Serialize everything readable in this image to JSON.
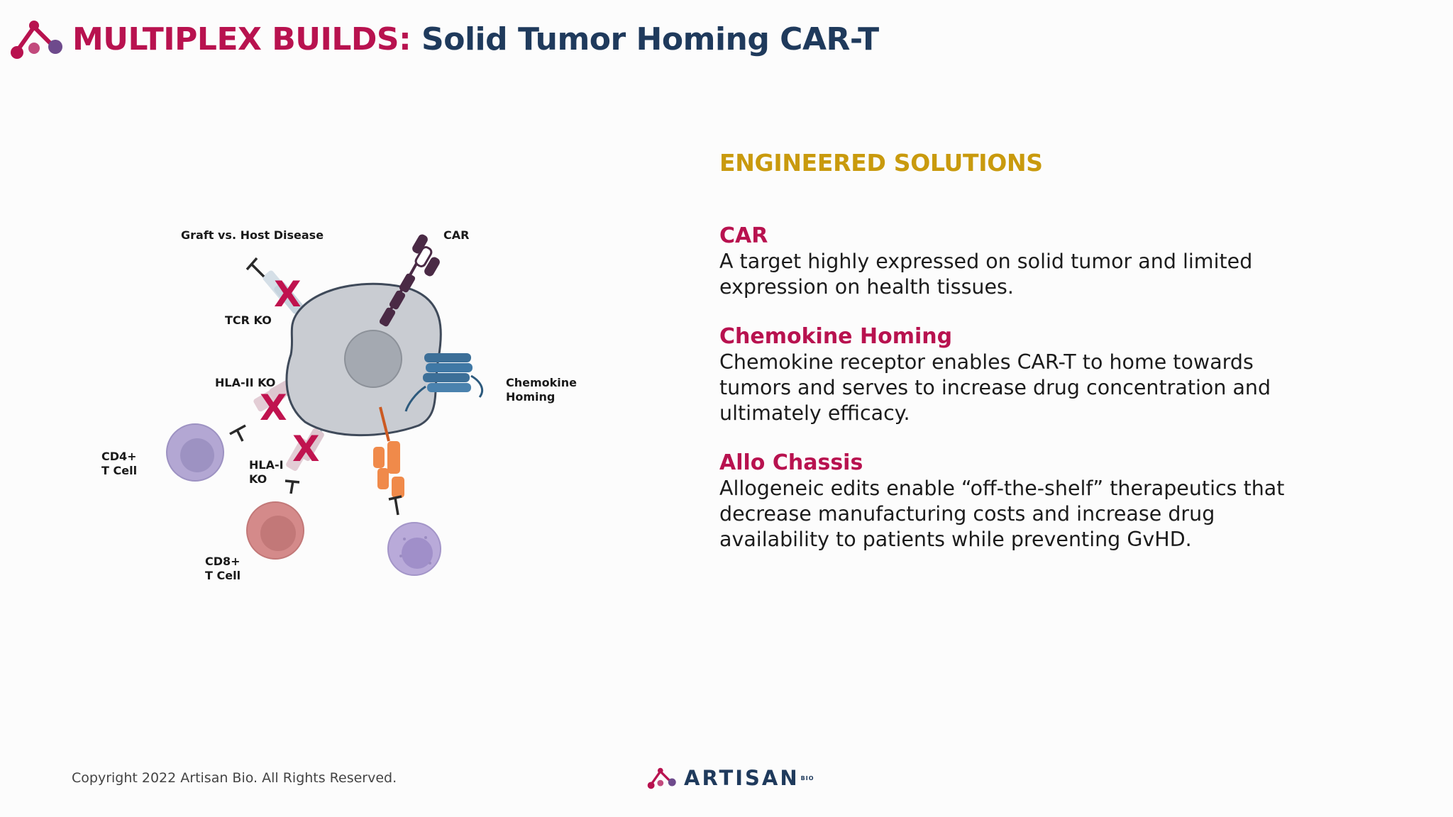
{
  "header": {
    "title_lead": "MULTIPLEX BUILDS:",
    "title_rest": "Solid Tumor Homing CAR-T"
  },
  "diagram": {
    "labels": {
      "gvhd": "Graft vs. Host Disease",
      "car": "CAR",
      "tcr_ko": "TCR KO",
      "hla_ii_ko": "HLA-II KO",
      "chemokine_line1": "Chemokine",
      "chemokine_line2": "Homing",
      "cd4_line1": "CD4+",
      "cd4_line2": "T Cell",
      "hla_i_line1": "HLA-I",
      "hla_i_line2": "KO",
      "cd8_line1": "CD8+",
      "cd8_line2": "T Cell"
    }
  },
  "solutions": {
    "heading": "ENGINEERED SOLUTIONS",
    "items": [
      {
        "title": "CAR",
        "lines": [
          "A target highly expressed on solid tumor and limited",
          "expression on health tissues."
        ]
      },
      {
        "title": "Chemokine Homing",
        "lines": [
          "Chemokine receptor enables CAR-T to home towards",
          "tumors and serves to increase drug concentration and",
          "ultimately efficacy."
        ]
      },
      {
        "title": "Allo Chassis",
        "lines": [
          "Allogeneic edits enable “off-the-shelf” therapeutics that",
          "decrease manufacturing costs and increase drug",
          "availability to patients while preventing GvHD."
        ]
      }
    ]
  },
  "footer": {
    "copyright": "Copyright 2022 Artisan Bio. All Rights Reserved.",
    "brand": "ARTISAN",
    "brand_sub": "BIO"
  },
  "colors": {
    "magenta": "#b8124f",
    "navy": "#1f3a5c",
    "gold": "#c99a0d"
  }
}
